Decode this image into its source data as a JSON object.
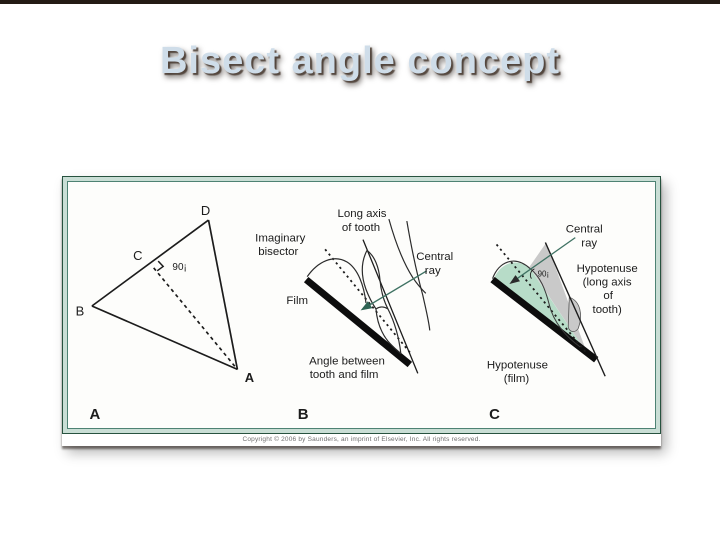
{
  "title": "Bisect angle concept",
  "figure": {
    "copyright": "Copyright © 2006 by Saunders, an imprint of Elsevier, Inc. All rights reserved.",
    "panelA": {
      "label": "A",
      "vertex_d": "D",
      "vertex_c": "C",
      "vertex_b": "B",
      "vertex_a": "A",
      "angle": "90¡"
    },
    "panelB": {
      "label": "B",
      "long_axis_line1": "Long axis",
      "long_axis_line2": "of tooth",
      "bisector_line1": "Imaginary",
      "bisector_line2": "bisector",
      "film": "Film",
      "central_line1": "Central",
      "central_line2": "ray",
      "angle_line1": "Angle between",
      "angle_line2": "tooth and film"
    },
    "panelC": {
      "label": "C",
      "central_line1": "Central",
      "central_line2": "ray",
      "angle": "90¡",
      "hyp_tooth_line1": "Hypotenuse",
      "hyp_tooth_line2": "(long axis",
      "hyp_tooth_line3": "of",
      "hyp_tooth_line4": "tooth)",
      "hyp_film_line1": "Hypotenuse",
      "hyp_film_line2": "(film)"
    }
  },
  "colors": {
    "slide_background_light": "#b39a8b",
    "slide_background_dark": "#695c51",
    "title_blue": "#cfdde9",
    "figure_border_mint": "#c9ded5",
    "figure_border_dark": "#27523f",
    "film_black": "#0d0d0d",
    "central_ray_teal": "#3f7263",
    "wedge_green": "#b7dcc8",
    "wedge_gray": "#c9c9c9"
  }
}
